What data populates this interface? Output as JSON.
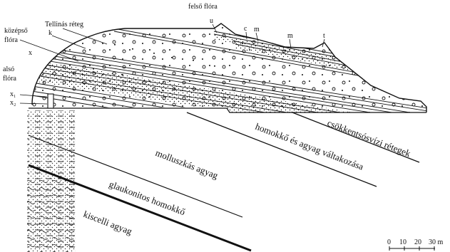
{
  "labels": {
    "kozepso_flora": "középső",
    "kozepso_flora_2": "flóra",
    "tellinas_reteg": "Tellinás réteg",
    "felso_flora": "felső flóra",
    "also_flora": "alsó",
    "also_flora_2": "flóra",
    "k": "k",
    "x": "x",
    "x1": "x₁",
    "x2": "x₂",
    "u": "u",
    "c": "c",
    "m1": "m",
    "m2": "m",
    "t": "t"
  },
  "strata": {
    "csokkentsosvizi": "csökkentsósvízi rétegek",
    "homokko_agyag": "homokkő és agyag váltakozása",
    "molluszkas": "molluszkás agyag",
    "glaukonitos": "glaukonitos homokkő",
    "kiscelli": "kiscelli agyag"
  },
  "scale": {
    "ticks": [
      "0",
      "10",
      "20",
      "30 m"
    ]
  },
  "colors": {
    "ink": "#111111",
    "paper": "#ffffff"
  }
}
